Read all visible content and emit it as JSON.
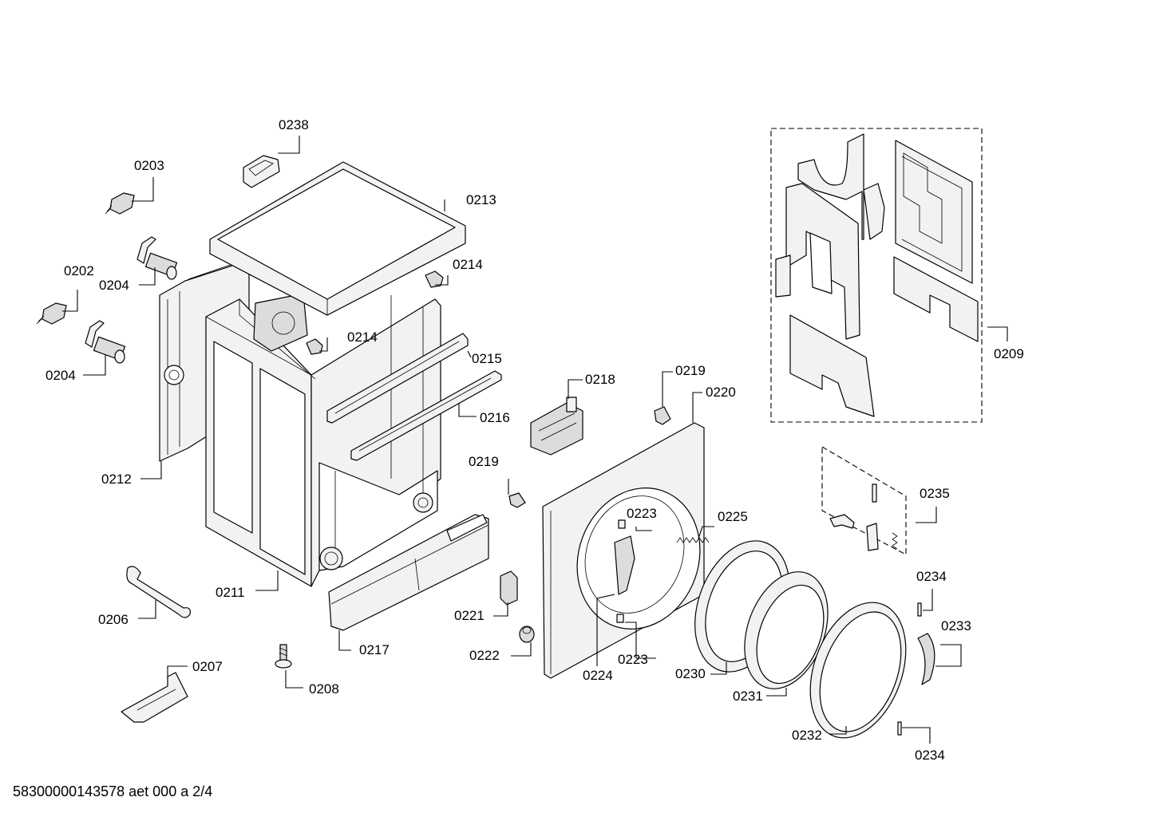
{
  "diagram": {
    "labels": {
      "p0238": "0238",
      "p0203": "0203",
      "p0213": "0213",
      "p0214a": "0214",
      "p0214b": "0214",
      "p0202": "0202",
      "p0204a": "0204",
      "p0204b": "0204",
      "p0215": "0215",
      "p0216": "0216",
      "p0218": "0218",
      "p0219a": "0219",
      "p0219b": "0219",
      "p0220": "0220",
      "p0209": "0209",
      "p0212": "0212",
      "p0235": "0235",
      "p0223a": "0223",
      "p0223b": "0223",
      "p0225": "0225",
      "p0211": "0211",
      "p0206": "0206",
      "p0221": "0221",
      "p0234a": "0234",
      "p0234b": "0234",
      "p0233": "0233",
      "p0217": "0217",
      "p0222": "0222",
      "p0224": "0224",
      "p0230": "0230",
      "p0207": "0207",
      "p0208": "0208",
      "p0231": "0231",
      "p0232": "0232"
    },
    "footer_text": "58300000143578 aet 000 a 2/4"
  }
}
